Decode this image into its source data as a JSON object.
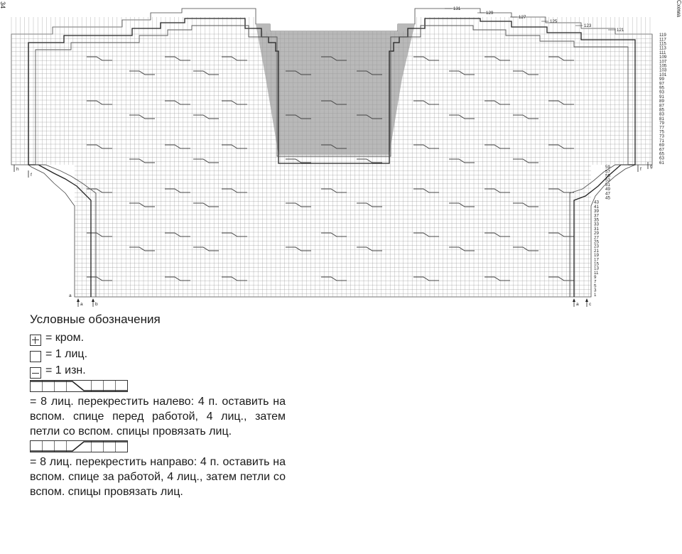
{
  "page": {
    "number": "34",
    "side_note": "Схема"
  },
  "chart": {
    "right_row_numbers": [
      1,
      3,
      5,
      7,
      9,
      11,
      13,
      15,
      17,
      19,
      21,
      23,
      25,
      27,
      29,
      31,
      33,
      35,
      37,
      39,
      41,
      43,
      45,
      47,
      49,
      51,
      53,
      55,
      57,
      59,
      61,
      63,
      65,
      67,
      69,
      71,
      73,
      75,
      77,
      79,
      81,
      83,
      85,
      87,
      89,
      91,
      93,
      95,
      97,
      99,
      101,
      103,
      105,
      107,
      109,
      111,
      113,
      115,
      117,
      119
    ],
    "top_row_numbers": [
      "121",
      "123",
      "125",
      "127",
      "129",
      "131"
    ],
    "bottom_markers": [
      "a",
      "b",
      "a",
      "c"
    ],
    "side_markers_left": [
      "h",
      "f"
    ],
    "side_markers_right": [
      "f",
      "g"
    ],
    "bottom_left_letter": "a"
  },
  "legend": {
    "title": "Условные обозначения",
    "edge_label": "= кром.",
    "knit_label": "= 1 лиц.",
    "purl_label": "= 1 изн.",
    "cable_left_text": "= 8 лиц. перекрестить налево: 4 п. оставить на вспом. спице перед работой, 4 лиц., затем петли со вспом. спицы провязать лиц.",
    "cable_right_text": "= 8 лиц. перекрестить направо: 4 п. оставить на вспом. спице за работой, 4 лиц., затем петли со вспом. спицы провязать лиц."
  }
}
